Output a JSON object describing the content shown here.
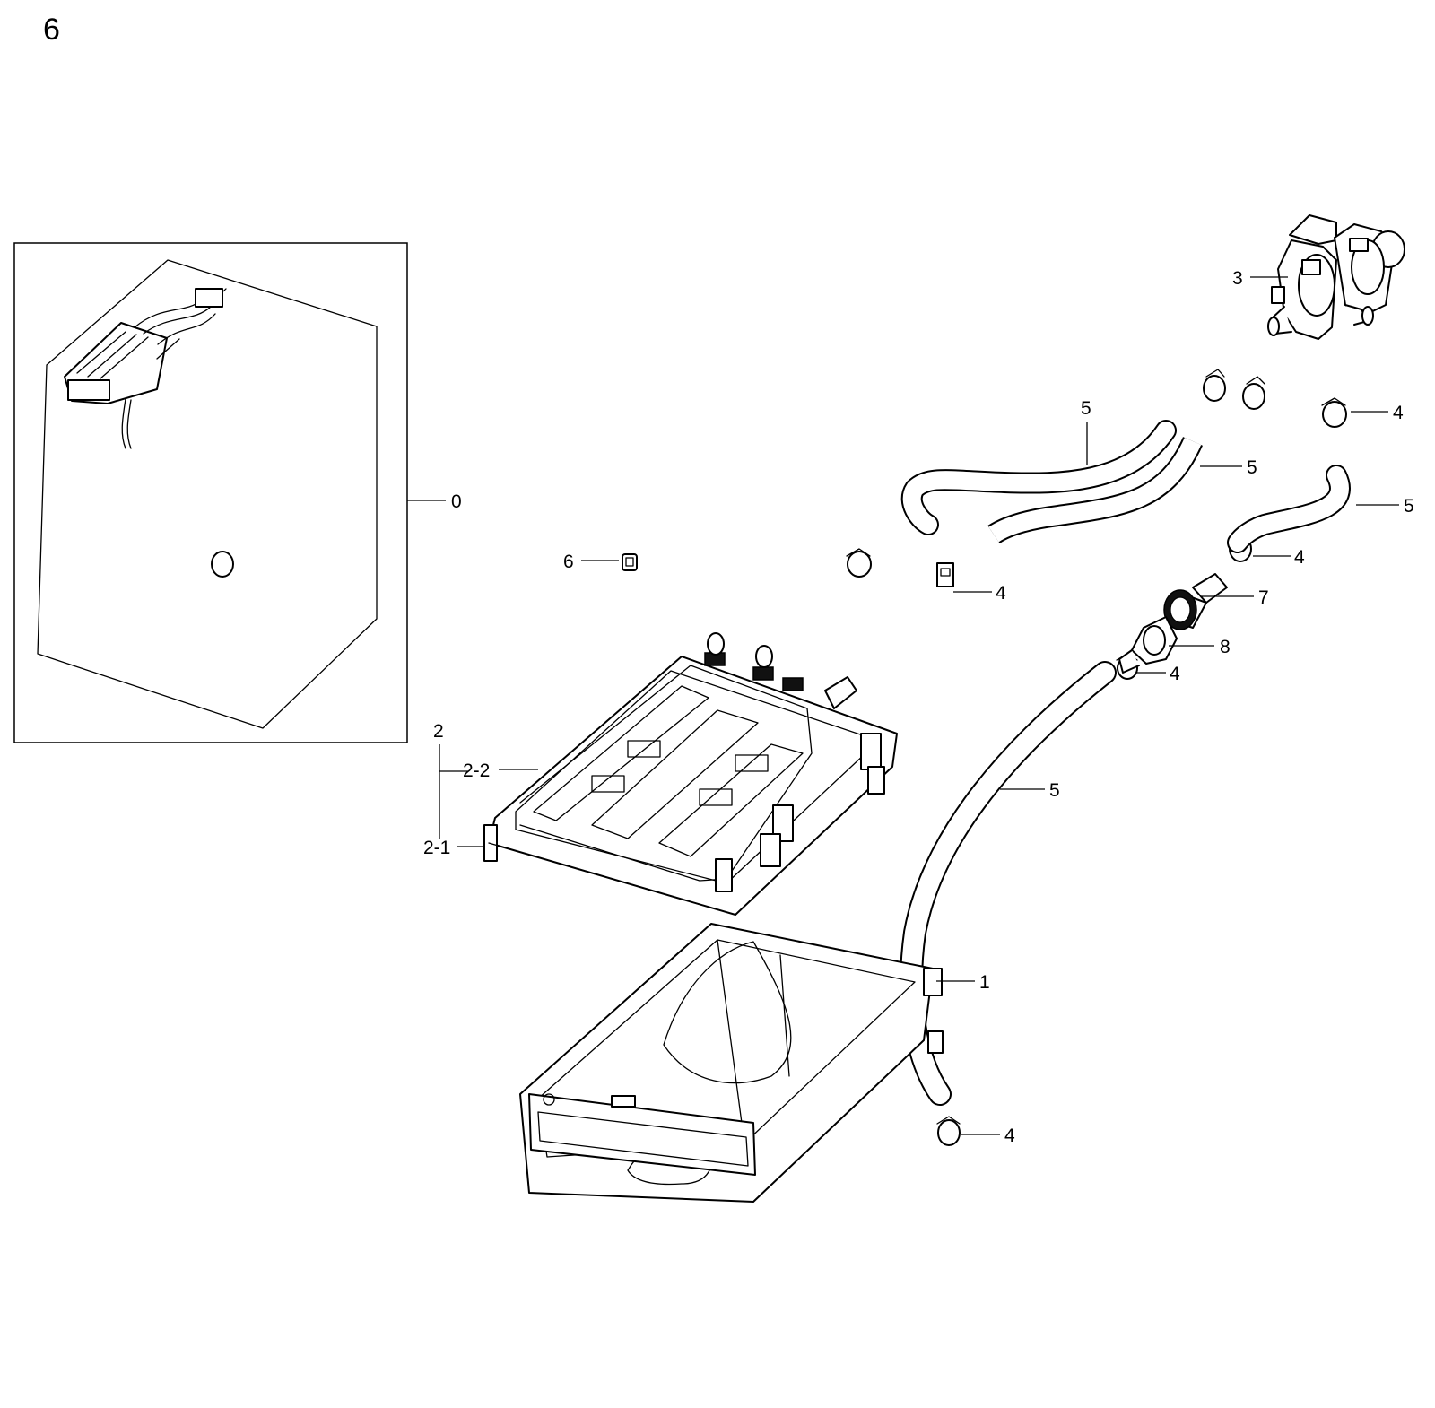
{
  "page": {
    "number": "6"
  },
  "callouts": {
    "c0": "0",
    "c1": "1",
    "c2": "2",
    "c2_1": "2-1",
    "c2_2": "2-2",
    "c3": "3",
    "c4a": "4",
    "c4b": "4",
    "c4c": "4",
    "c4d": "4",
    "c4e": "4",
    "c5a": "5",
    "c5b": "5",
    "c5c": "5",
    "c5d": "5",
    "c6": "6",
    "c7": "7",
    "c8": "8"
  }
}
